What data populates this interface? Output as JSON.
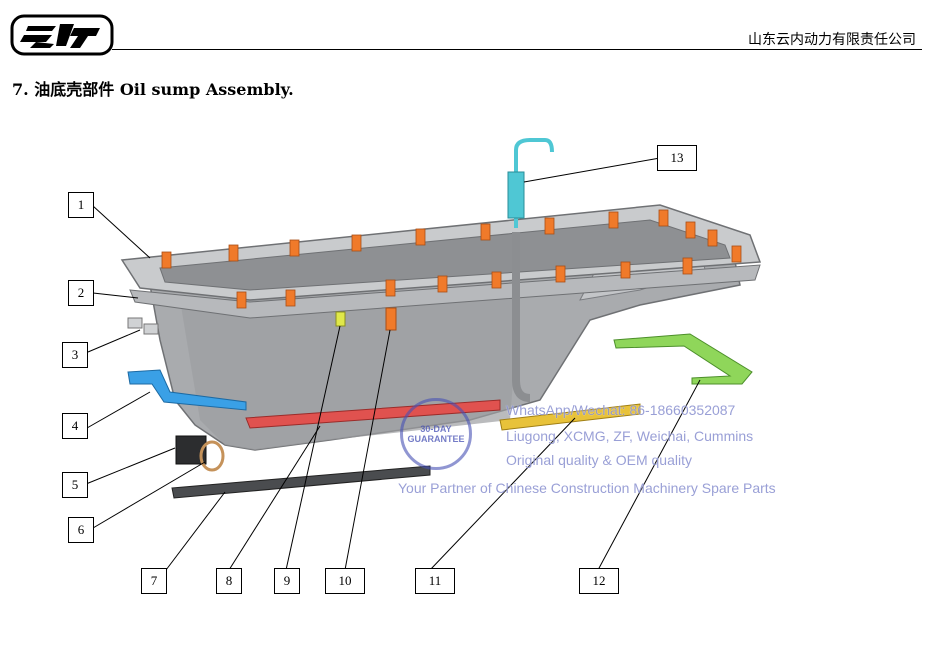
{
  "header": {
    "company": "山东云内动力有限责任公司",
    "logo_icon": "yunnei-logo"
  },
  "title": "7.  油底壳部件   Oil sump Assembly.",
  "callouts": [
    {
      "id": "1",
      "label": "1"
    },
    {
      "id": "2",
      "label": "2"
    },
    {
      "id": "3",
      "label": "3"
    },
    {
      "id": "4",
      "label": "4"
    },
    {
      "id": "5",
      "label": "5"
    },
    {
      "id": "6",
      "label": "6"
    },
    {
      "id": "7",
      "label": "7"
    },
    {
      "id": "8",
      "label": "8"
    },
    {
      "id": "9",
      "label": "9"
    },
    {
      "id": "10",
      "label": "10"
    },
    {
      "id": "11",
      "label": "11"
    },
    {
      "id": "12",
      "label": "12"
    },
    {
      "id": "13",
      "label": "13"
    }
  ],
  "watermark": {
    "line1": "WhatsApp/Wechat: 86-18660352087",
    "line2": "Liugong, XCMG, ZF, Weichai, Cummins",
    "line3": "Original quality  &  OEM quality",
    "line4": "Your Partner of Chinese Construction Machinery Spare Parts",
    "badge_top": "30-DAY",
    "badge_bottom": "GUARANTEE"
  },
  "colors": {
    "pan": "#a9abae",
    "gasket": "#c9cbcd",
    "bolt": "#f07a2a",
    "rail_blue": "#3aa0e6",
    "rail_red": "#e0524f",
    "rail_yellow": "#e8c23a",
    "rail_green": "#8fd65a",
    "dipstick": "#4fc7d4"
  }
}
